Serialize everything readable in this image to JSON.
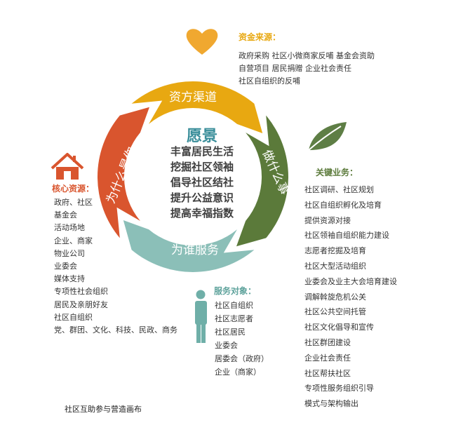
{
  "colors": {
    "yellow": "#E8A811",
    "green": "#5B7A3A",
    "teal": "#8BBFB8",
    "orange": "#D9552E",
    "heart": "#F0A830",
    "leaf": "#5E7E45",
    "house": "#D9552E",
    "person": "#6FAFA8",
    "center_title": "#3A8E9A",
    "center_text": "#3E3E3E"
  },
  "ring": {
    "top_label": "资方渠道",
    "right_label": "做什么事",
    "bottom_label": "为谁服务",
    "left_label": "为什么是你"
  },
  "center": {
    "title": "愿景",
    "lines": [
      "丰富居民生活",
      "挖掘社区领袖",
      "倡导社区结社",
      "提升公益意识",
      "提高幸福指数"
    ]
  },
  "funding": {
    "title": "资金来源：",
    "lines": [
      "政府采购 社区小微商家反哺 基金会资助",
      "自营项目 居民捐赠 企业社会责任",
      "社区自组织的反哺"
    ]
  },
  "core": {
    "title": "核心资源：",
    "items": [
      "政府、社区",
      "基金会",
      "活动场地",
      "企业、商家",
      "物业公司",
      "业委会",
      "媒体支持",
      "专项性社会组织",
      "居民及亲朋好友",
      "社区自组织",
      "党、群团、文化、科技、民政、商务"
    ]
  },
  "business": {
    "title": "关键业务：",
    "items": [
      "社区调研、社区规划",
      "社区自组织孵化及培育",
      "提供资源对接",
      "社区领袖自组织能力建设",
      "志愿者挖掘及培育",
      "社区大型活动组织",
      "业委会及业主大会培育建设",
      "调解斡旋危机公关",
      "社区公共空间托管",
      "社区文化倡导和宣传",
      "社区群团建设",
      "企业社会责任",
      "社区帮扶社区",
      "专项性服务组织引导",
      "模式与架构输出"
    ]
  },
  "service": {
    "title": "服务对象：",
    "items": [
      "社区自组织",
      "社区志愿者",
      "社区居民",
      "业委会",
      "居委会（政府）",
      "企业（商家）"
    ]
  },
  "caption": "社区互助参与营造画布",
  "icons": [
    "heart-icon",
    "leaf-icon",
    "house-icon",
    "person-icon"
  ]
}
